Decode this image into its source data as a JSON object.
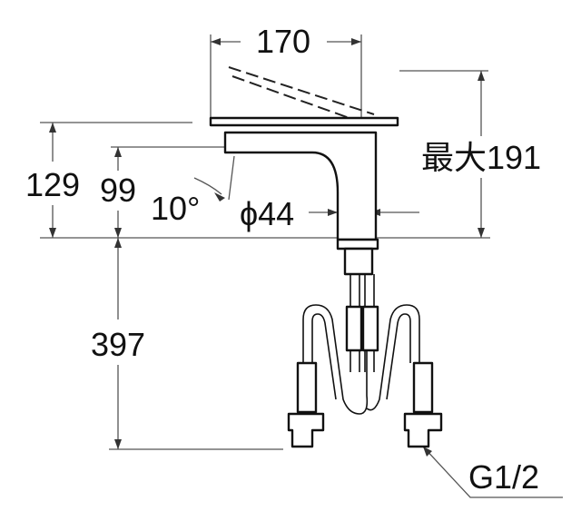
{
  "labels": {
    "width": "170",
    "max_height": "最大191",
    "height_total": "129",
    "height_spout": "99",
    "angle": "10°",
    "diameter": "ϕ44",
    "hose_length": "397",
    "thread": "G1/2"
  }
}
